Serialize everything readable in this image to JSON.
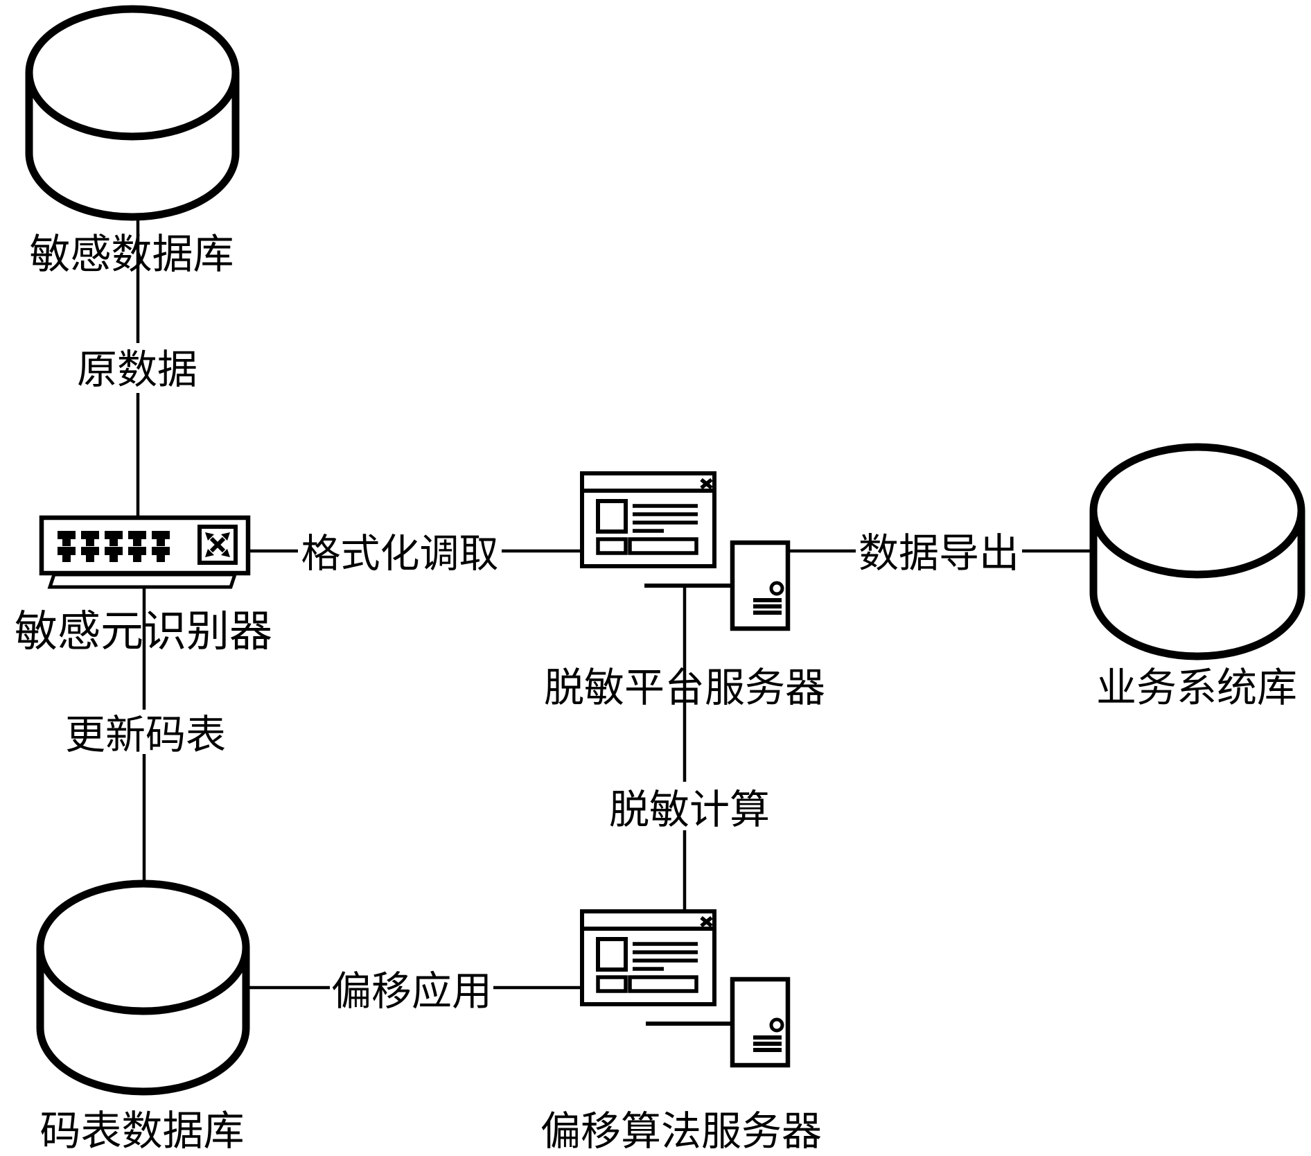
{
  "diagram": {
    "background_color": "#ffffff",
    "stroke_color": "#000000",
    "nodes": {
      "sensitive_db": {
        "label": "敏感数据库",
        "type": "database"
      },
      "identifier": {
        "label": "敏感元识别器",
        "type": "network-switch"
      },
      "platform_server": {
        "label": "脱敏平台服务器",
        "type": "computer-with-tower"
      },
      "business_db": {
        "label": "业务系统库",
        "type": "database"
      },
      "codebook_db": {
        "label": "码表数据库",
        "type": "database"
      },
      "offset_server": {
        "label": "偏移算法服务器",
        "type": "computer-with-tower"
      }
    },
    "edges": {
      "raw_data": {
        "label": "原数据",
        "from": "sensitive_db",
        "to": "identifier"
      },
      "format_fetch": {
        "label": "格式化调取",
        "from": "identifier",
        "to": "platform_server"
      },
      "data_export": {
        "label": "数据导出",
        "from": "platform_server",
        "to": "business_db"
      },
      "update_codebook": {
        "label": "更新码表",
        "from": "identifier",
        "to": "codebook_db"
      },
      "masking_compute": {
        "label": "脱敏计算",
        "from": "platform_server",
        "to": "offset_server"
      },
      "offset_apply": {
        "label": "偏移应用",
        "from": "codebook_db",
        "to": "offset_server"
      }
    }
  }
}
